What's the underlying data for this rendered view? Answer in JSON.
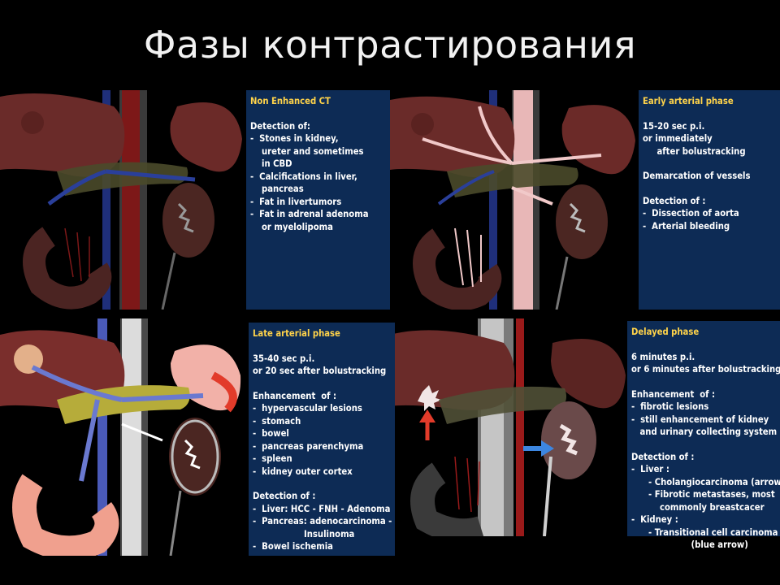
{
  "slide": {
    "title": "Фазы контрастирования"
  },
  "panels": [
    {
      "id": "non-enhanced",
      "heading": "Non Enhanced CT",
      "blocks": [
        [
          "Detection of:",
          "-  Stones in kidney,",
          "    ureter and sometimes",
          "    in CBD",
          "-  Calcifications in liver,",
          "    pancreas",
          "-  Fat in livertumors",
          "-  Fat in adrenal adenoma",
          "    or myelolipoma"
        ]
      ]
    },
    {
      "id": "early-arterial",
      "heading": "Early arterial phase",
      "blocks": [
        [
          "15-20 sec p.i.",
          "or immediately",
          "     after bolustracking"
        ],
        [
          "Demarcation of vessels"
        ],
        [
          "Detection of :",
          "-  Dissection of aorta",
          "-  Arterial bleeding"
        ]
      ]
    },
    {
      "id": "late-arterial",
      "heading": "Late arterial phase",
      "blocks": [
        [
          "35-40 sec p.i.",
          "or 20 sec after bolustracking"
        ],
        [
          "Enhancement  of :",
          "-  hypervascular lesions",
          "-  stomach",
          "-  bowel",
          "-  pancreas parenchyma",
          "-  spleen",
          "-  kidney outer cortex"
        ],
        [
          "Detection of :",
          "-  Liver: HCC - FNH - Adenoma",
          "-  Pancreas: adenocarcinoma -",
          "                  Insulinoma",
          "-  Bowel ischemia"
        ]
      ]
    },
    {
      "id": "delayed",
      "heading": "Delayed phase",
      "blocks": [
        [
          "6 minutes p.i.",
          "or 6 minutes after bolustracking"
        ],
        [
          "Enhancement  of :",
          "-  fibrotic lesions",
          "-  still enhancement of kidney",
          "   and urinary collecting system"
        ],
        [
          "Detection of :",
          "-  Liver :",
          "      - Cholangiocarcinoma (arrow)",
          "      - Fibrotic metastases, most",
          "          commonly breastcacer",
          "-  Kidney :",
          "      - Transitional cell carcinoma",
          "                     (blue arrow)"
        ]
      ]
    }
  ],
  "colors": {
    "background": "#000000",
    "panel": "#0d2b55",
    "heading": "#ffd34a",
    "text": "#ffffff",
    "liver": "#6b2a28",
    "aorta": "#8a1a1a",
    "vein": "#2a3f9a",
    "artery_enhanced": "#f1c9c9",
    "pancreas_enhanced": "#b6ac3a",
    "cholangio_arrow": "#e23b2a",
    "kidney_arrow": "#3c86e0"
  }
}
